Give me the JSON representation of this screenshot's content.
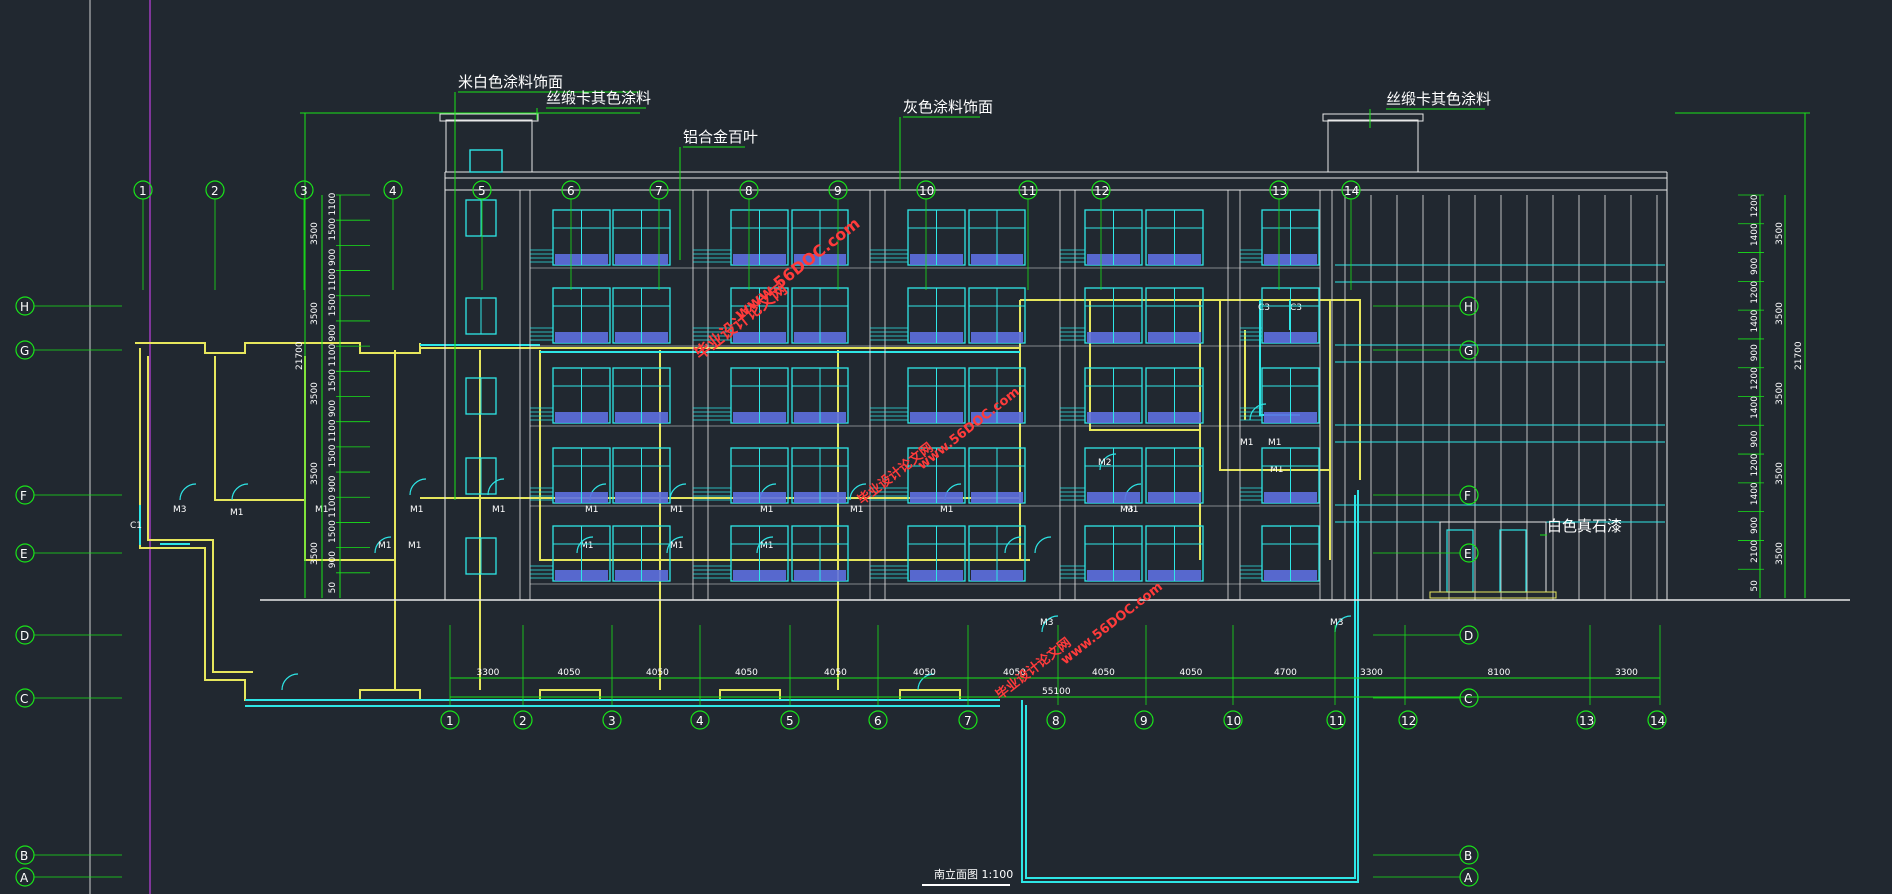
{
  "labels": {
    "mibai": "米白色涂料饰面",
    "siyoka1": "丝缎卡其色涂料",
    "lvhejin": "铝合金百叶",
    "huise": "灰色涂料饰面",
    "siyoka2": "丝缎卡其色涂料",
    "baise": "白色真石漆",
    "drawing_title": "南立面图 1:100"
  },
  "elev_axes_top": [
    "1",
    "2",
    "3",
    "4",
    "5",
    "6",
    "7",
    "8",
    "9",
    "10",
    "11",
    "12",
    "13",
    "14"
  ],
  "plan_axes_bottom": [
    "1",
    "2",
    "3",
    "4",
    "5",
    "6",
    "7",
    "8",
    "9",
    "10",
    "11",
    "12",
    "13",
    "14"
  ],
  "grid_rows_left": [
    "H",
    "G",
    "F",
    "E",
    "D",
    "C",
    "B",
    "A"
  ],
  "grid_rows_right": [
    "H",
    "G",
    "F",
    "E",
    "D",
    "C",
    "B",
    "A"
  ],
  "left_dims": [
    "1100",
    "1500",
    "900",
    "1100",
    "1500",
    "900",
    "1100",
    "1500",
    "900",
    "1100",
    "1500",
    "900",
    "1100",
    "1500",
    "900",
    "50"
  ],
  "left_dims_big": [
    "3500",
    "3500",
    "3500",
    "3500",
    "3500"
  ],
  "left_total": "21700",
  "right_dims": [
    "1200",
    "1400",
    "900",
    "1200",
    "1400",
    "900",
    "1200",
    "1400",
    "900",
    "1200",
    "1400",
    "900",
    "2100",
    "50"
  ],
  "right_dims_big": [
    "3500",
    "3500",
    "3500",
    "3500",
    "3500"
  ],
  "right_total": "21700",
  "bottom_dims": [
    "3300",
    "4050",
    "4050",
    "4050",
    "4050",
    "4050",
    "4050",
    "4050",
    "4050",
    "4700",
    "3300",
    "8100",
    "3300"
  ],
  "bottom_total": "55100",
  "door_tags": [
    "M3",
    "M1",
    "M1",
    "M1",
    "M1",
    "M1",
    "M1",
    "M1",
    "M1",
    "M1",
    "M1",
    "M1",
    "M1",
    "M1",
    "M1",
    "M1",
    "M2",
    "M3",
    "M3",
    "M3",
    "M1",
    "M1",
    "M1",
    "C1",
    "C3",
    "C3"
  ],
  "watermarks": [
    "毕业设计论文网",
    "www.56DOC.com"
  ],
  "colors": {
    "background": "#212830",
    "green": "#19e319",
    "cyan": "#2ee6e6",
    "yellow": "#e6e65c",
    "white": "#e8e8e8",
    "magenta": "#c040e0",
    "glass": "#5d6fe0",
    "red": "#ff3b3b"
  }
}
